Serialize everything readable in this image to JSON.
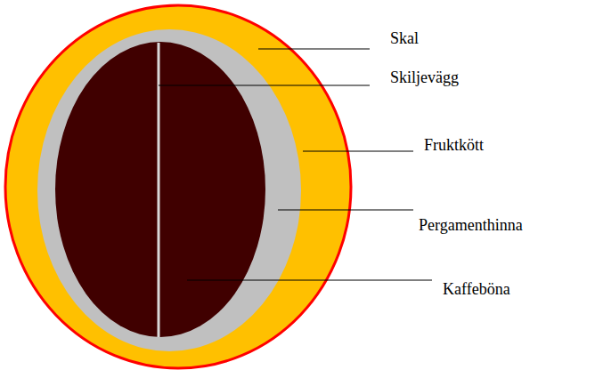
{
  "diagram": {
    "labels": [
      "Skal",
      "Skiljevägg",
      "Fruktkött",
      "Pergamenthinna",
      "Kaffeböna"
    ]
  }
}
